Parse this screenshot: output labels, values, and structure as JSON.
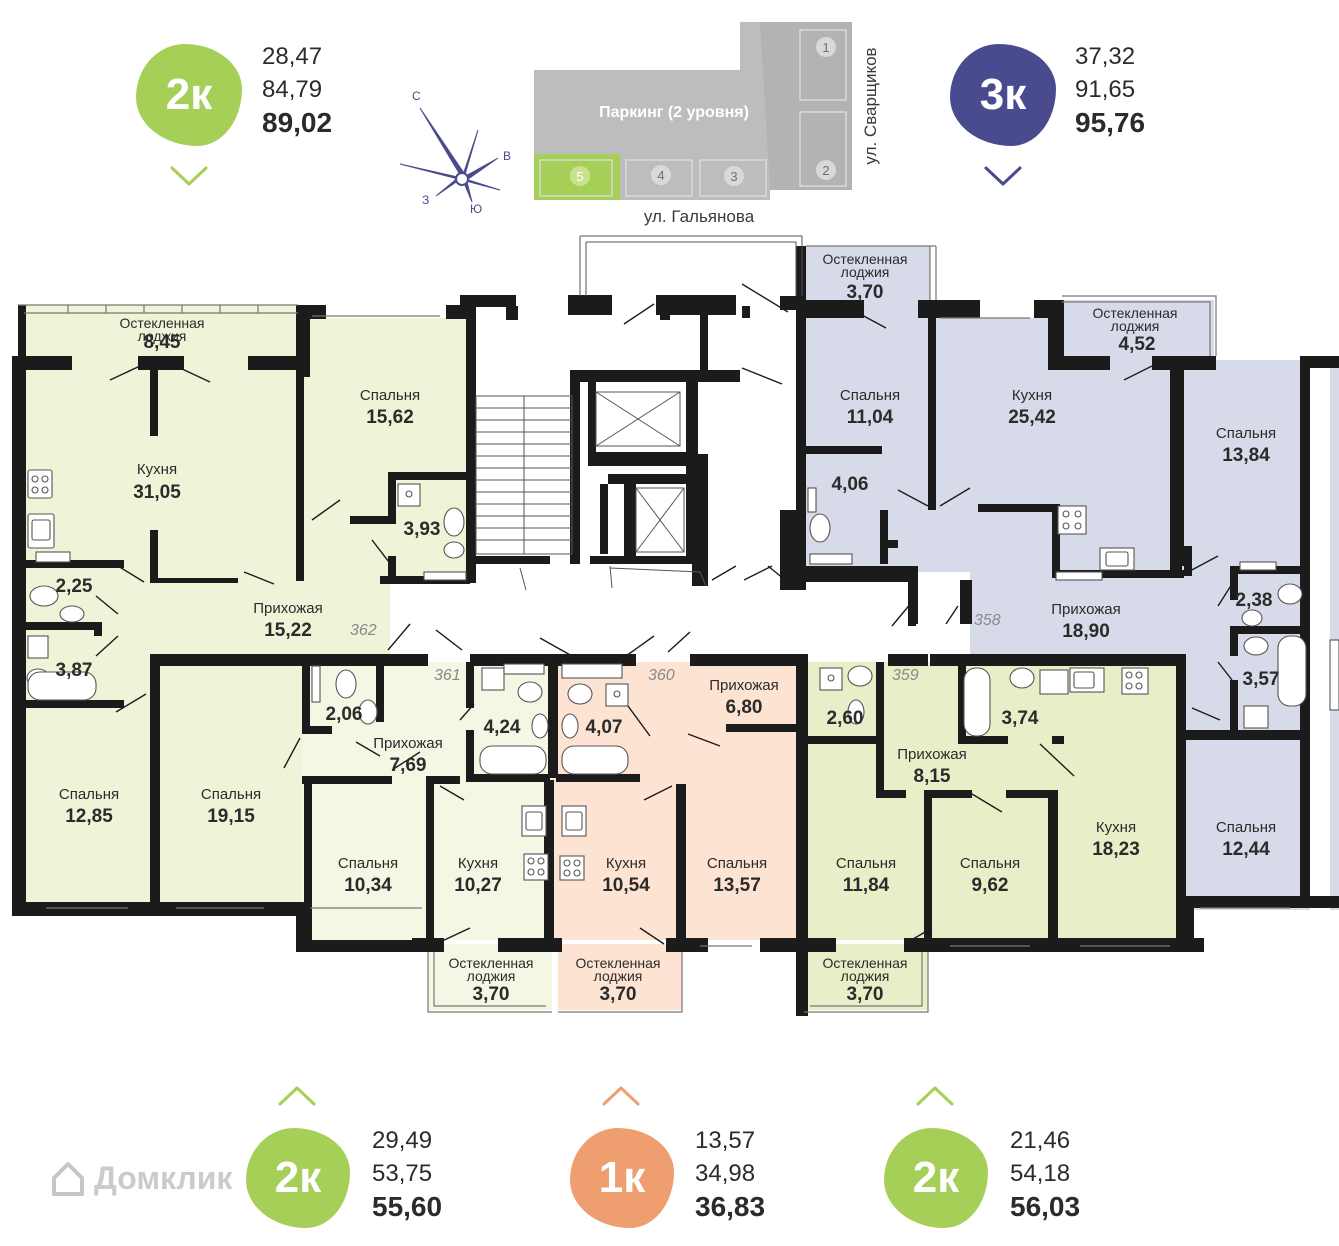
{
  "apartments": {
    "top_left": {
      "type": "2к",
      "a1": "28,47",
      "a2": "84,79",
      "total": "89,02",
      "color": "#a6cf57"
    },
    "top_right": {
      "type": "3к",
      "a1": "37,32",
      "a2": "91,65",
      "total": "95,76",
      "color": "#4a4b8f"
    },
    "bottom_left": {
      "type": "2к",
      "a1": "29,49",
      "a2": "53,75",
      "total": "55,60",
      "color": "#a6cf57"
    },
    "bottom_mid": {
      "type": "1к",
      "a1": "13,57",
      "a2": "34,98",
      "total": "36,83",
      "color": "#ef9e6f"
    },
    "bottom_right": {
      "type": "2к",
      "a1": "21,46",
      "a2": "54,18",
      "total": "56,03",
      "color": "#a6cf57"
    }
  },
  "site_plan": {
    "parking": "Паркинг (2 уровня)",
    "street_bottom": "ул. Гальянова",
    "street_right": "ул. Сварщиков",
    "sections": [
      "1",
      "2",
      "3",
      "4",
      "5"
    ],
    "compass": {
      "n": "С",
      "e": "В",
      "s": "Ю",
      "w": "З"
    }
  },
  "unit_numbers": [
    "362",
    "361",
    "360",
    "359",
    "358"
  ],
  "rooms": {
    "loggia_845": {
      "name": "Остекленная лоджия",
      "area": "8,45"
    },
    "kitchen_3105": {
      "name": "Кухня",
      "area": "31,05"
    },
    "bed_1562": {
      "name": "Спальня",
      "area": "15,62"
    },
    "bath_393": {
      "area": "3,93"
    },
    "wc_225": {
      "area": "2,25"
    },
    "hall_1522": {
      "name": "Прихожая",
      "area": "15,22"
    },
    "bath_387": {
      "area": "3,87"
    },
    "bed_1285": {
      "name": "Спальня",
      "area": "12,85"
    },
    "bed_1915": {
      "name": "Спальня",
      "area": "19,15"
    },
    "wc_206": {
      "area": "2,06"
    },
    "hall_769": {
      "name": "Прихожая",
      "area": "7,69"
    },
    "bath_424": {
      "area": "4,24"
    },
    "bed_1034": {
      "name": "Спальня",
      "area": "10,34"
    },
    "kitchen_1027": {
      "name": "Кухня",
      "area": "10,27"
    },
    "loggia_370_a": {
      "name": "Остекленная лоджия",
      "area": "3,70"
    },
    "bath_407": {
      "area": "4,07"
    },
    "hall_680": {
      "name": "Прихожая",
      "area": "6,80"
    },
    "kitchen_1054": {
      "name": "Кухня",
      "area": "10,54"
    },
    "bed_1357": {
      "name": "Спальня",
      "area": "13,57"
    },
    "loggia_370_b": {
      "name": "Остекленная лоджия",
      "area": "3,70"
    },
    "wc_260": {
      "area": "2,60"
    },
    "hall_815": {
      "name": "Прихожая",
      "area": "8,15"
    },
    "bath_374": {
      "area": "3,74"
    },
    "bed_1184": {
      "name": "Спальня",
      "area": "11,84"
    },
    "bed_962": {
      "name": "Спальня",
      "area": "9,62"
    },
    "kitchen_1823": {
      "name": "Кухня",
      "area": "18,23"
    },
    "loggia_370_c": {
      "name": "Остекленная лоджия",
      "area": "3,70"
    },
    "loggia_370_d": {
      "name": "Остекленная лоджия",
      "area": "3,70"
    },
    "bed_1104": {
      "name": "Спальня",
      "area": "11,04"
    },
    "wc_406": {
      "area": "4,06"
    },
    "kitchen_2542": {
      "name": "Кухня",
      "area": "25,42"
    },
    "loggia_452": {
      "name": "Остекленная лоджия",
      "area": "4,52"
    },
    "bed_1384": {
      "name": "Спальня",
      "area": "13,84"
    },
    "hall_1890": {
      "name": "Прихожая",
      "area": "18,90"
    },
    "wc_238": {
      "area": "2,38"
    },
    "bath_357": {
      "area": "3,57"
    },
    "bed_1244": {
      "name": "Спальня",
      "area": "12,44"
    }
  },
  "watermark": "Домклик",
  "colors": {
    "green": "#e9f0cf",
    "lime": "#f1f5df",
    "orange": "#fbe1cf",
    "violet": "#d6d9e8",
    "wall": "#1b1b1b"
  }
}
